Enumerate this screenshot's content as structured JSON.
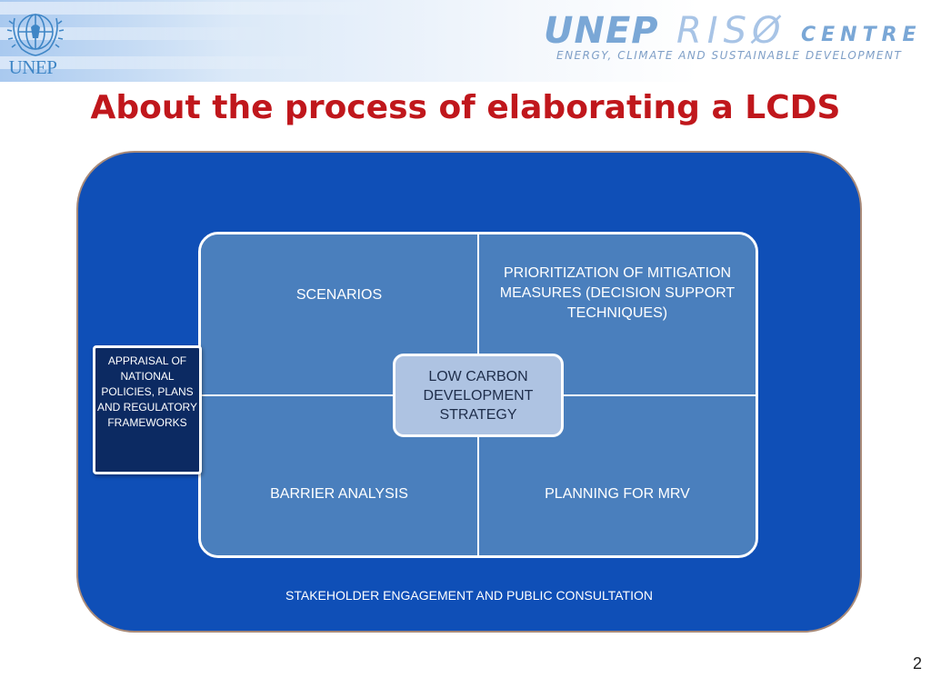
{
  "header": {
    "logo_text": "UNEP",
    "brand_name_1": "UNEP",
    "brand_name_2": "RISØ",
    "brand_name_3": "CENTRE",
    "brand_tagline": "ENERGY, CLIMATE AND SUSTAINABLE DEVELOPMENT"
  },
  "title": "About the process of elaborating a LCDS",
  "diagram": {
    "quadrants": {
      "top_left": "SCENARIOS",
      "top_right": "PRIORITIZATION OF MITIGATION MEASURES (DECISION SUPPORT TECHNIQUES)",
      "bottom_left": "BARRIER ANALYSIS",
      "bottom_right": "PLANNING FOR MRV"
    },
    "center": "LOW CARBON DEVELOPMENT STRATEGY",
    "side_box": "APPRAISAL OF NATIONAL POLICIES, PLANS AND REGULATORY FRAMEWORKS",
    "frame_label": "STAKEHOLDER ENGAGEMENT AND PUBLIC CONSULTATION"
  },
  "slide_number": "2",
  "colors": {
    "title": "#c0171c",
    "frame": "#0f4fb7",
    "quadrant": "#4a7fbd",
    "center": "#aec3e2",
    "side_box": "#0c2a62"
  }
}
